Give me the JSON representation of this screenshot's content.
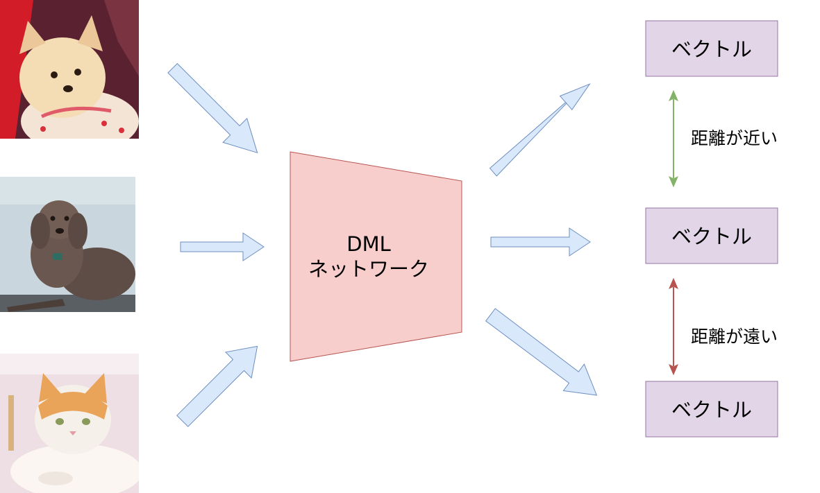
{
  "inputs": [
    {
      "name": "pomeranian-photo",
      "icon": "dog-icon"
    },
    {
      "name": "poodle-photo",
      "icon": "dog-icon"
    },
    {
      "name": "cat-photo",
      "icon": "cat-icon"
    }
  ],
  "network": {
    "line1": "DML",
    "line2": "ネットワーク"
  },
  "vectors": [
    {
      "label": "ベクトル"
    },
    {
      "label": "ベクトル"
    },
    {
      "label": "ベクトル"
    }
  ],
  "relations": {
    "near": {
      "label": "距離が近い"
    },
    "far": {
      "label": "距離が遠い"
    }
  },
  "colors": {
    "arrow_fill": "#dae8fc",
    "arrow_stroke": "#6c8ebf",
    "network_fill": "#f8cecc",
    "network_stroke": "#b85450",
    "vector_fill": "#e1d5e7",
    "vector_stroke": "#9673a6",
    "near_arrow": "#82b366",
    "far_arrow": "#b85450"
  }
}
